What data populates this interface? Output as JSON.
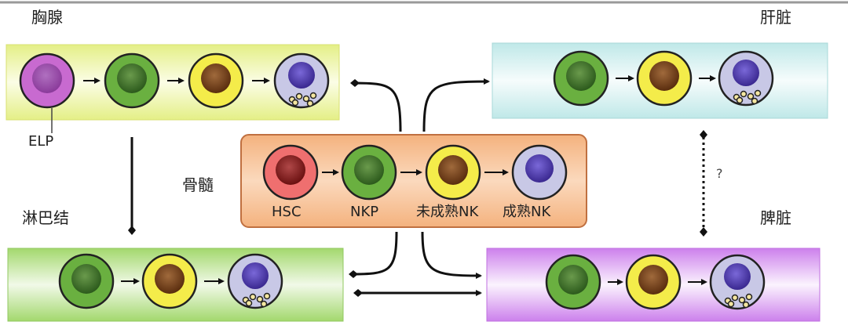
{
  "organs": {
    "thymus": "胸腺",
    "liver": "肝脏",
    "bone_marrow": "骨髓",
    "lymph_node": "淋巴结",
    "spleen": "脾脏"
  },
  "cells": {
    "elp": "ELP",
    "hsc": "HSC",
    "nkp": "NKP",
    "immature_nk": "未成熟NK",
    "mature_nk": "成熟NK"
  },
  "unknown_mark": "?",
  "colors": {
    "thymus_band": "#eef5a8",
    "liver_band": "#d6f1f0",
    "bone_marrow_box": "#f7c9a3",
    "lymph_band": "#b8e08a",
    "spleen_band": "#d79af0",
    "elp_cell": "#c86ad0",
    "hsc_cell": "#ef6f6f",
    "nkp_cell": "#6ab040",
    "immature_cell": "#f4ec4a",
    "mature_cell": "#c8c8e6",
    "nucleus_dark_green": "#2f6b22",
    "nucleus_brown": "#6b3a14",
    "nucleus_red": "#8a1818",
    "nucleus_violet": "#4a2fa8"
  }
}
